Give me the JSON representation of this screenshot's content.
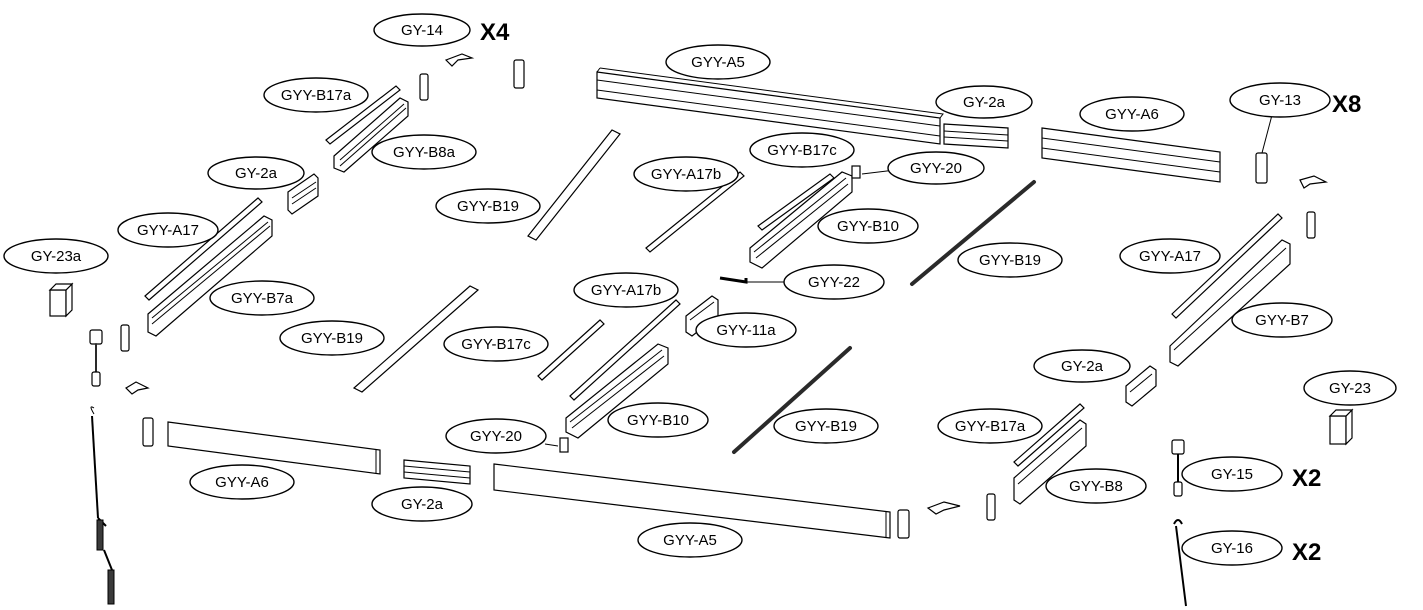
{
  "labels": {
    "gy14": "GY-14",
    "gyy_a5_top": "GYY-A5",
    "gy2a_top": "GY-2a",
    "gyy_a6_top": "GYY-A6",
    "gy13": "GY-13",
    "gyy_b17a_left": "GYY-B17a",
    "gyy_b8a": "GYY-B8a",
    "gy2a_left": "GY-2a",
    "gyy_b19_1": "GYY-B19",
    "gyy_a17b_1": "GYY-A17b",
    "gyy_b17c_1": "GYY-B17c",
    "gyy_20_1": "GYY-20",
    "gyy_b10_1": "GYY-B10",
    "gyy_a17_left": "GYY-A17",
    "gy23a": "GY-23a",
    "gyy_b19_2": "GYY-B19",
    "gyy_a17_right": "GYY-A17",
    "gyy_22": "GYY-22",
    "gyy_b7a": "GYY-B7a",
    "gyy_a17b_2": "GYY-A17b",
    "gyy_11a": "GYY-11a",
    "gyy_b7": "GYY-B7",
    "gyy_b19_3": "GYY-B19",
    "gyy_b17c_2": "GYY-B17c",
    "gy2a_right": "GY-2a",
    "gy23": "GY-23",
    "gyy_20_2": "GYY-20",
    "gyy_b10_2": "GYY-B10",
    "gyy_b19_4": "GYY-B19",
    "gyy_b17a_right": "GYY-B17a",
    "gyy_a6_bottom": "GYY-A6",
    "gy15": "GY-15",
    "gyy_b8": "GYY-B8",
    "gy2a_bottom": "GY-2a",
    "gyy_a5_bottom": "GYY-A5",
    "gy16": "GY-16"
  },
  "quantities": {
    "gy14": "X4",
    "gy13": "X8",
    "gy15": "X2",
    "gy16": "X2"
  }
}
